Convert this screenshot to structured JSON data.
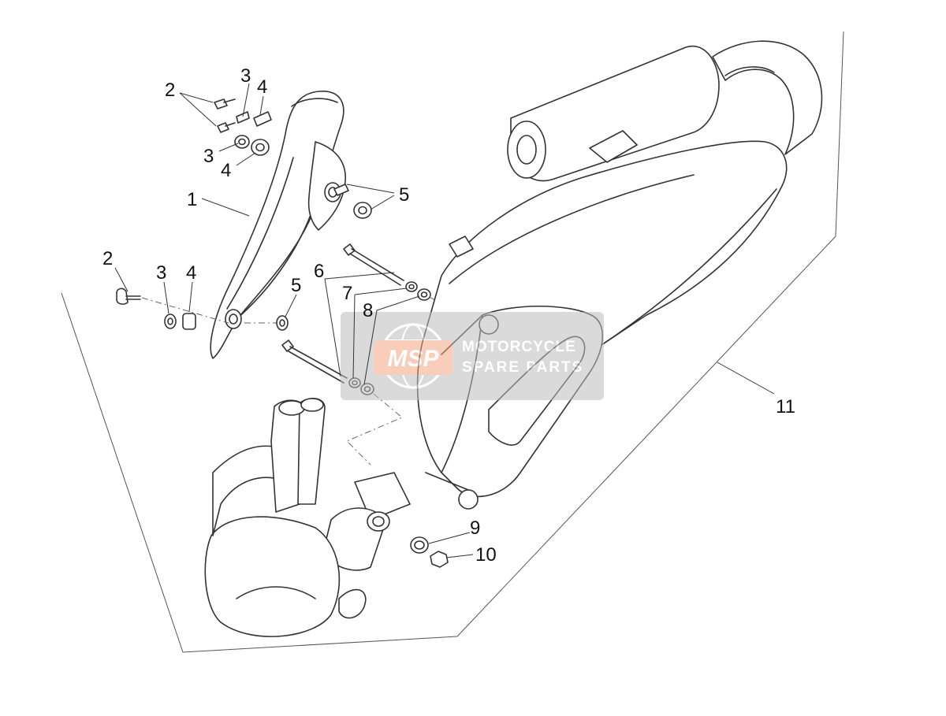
{
  "callouts": {
    "c1": "1",
    "c2a": "2",
    "c2b": "2",
    "c3a": "3",
    "c3b": "3",
    "c3c": "3",
    "c4a": "4",
    "c4b": "4",
    "c4c": "4",
    "c5a": "5",
    "c5b": "5",
    "c6": "6",
    "c7": "7",
    "c8": "8",
    "c9": "9",
    "c10": "10",
    "c11": "11"
  },
  "watermark": {
    "logo": "MSP",
    "line1": "MOTORCYCLE",
    "line2": "SPARE PARTS"
  },
  "colors": {
    "line": "#333333",
    "watermark_badge": "#f4a582",
    "watermark_box": "#bdbdbd"
  }
}
